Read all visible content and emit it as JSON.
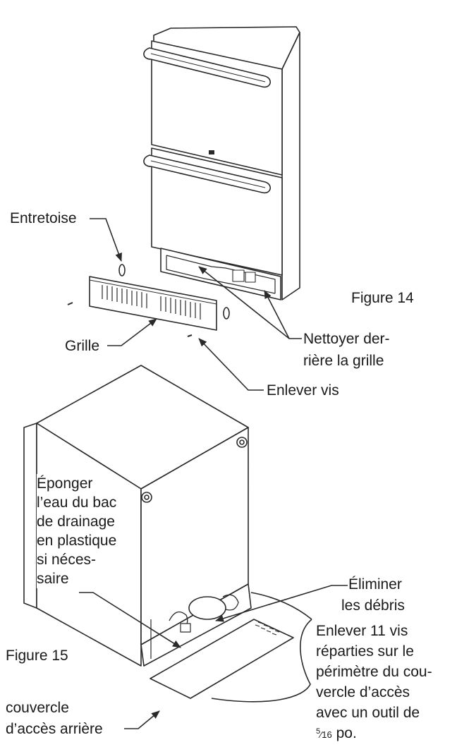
{
  "figure14": {
    "caption": "Figure 14",
    "labels": {
      "spacer": "Entretoise",
      "grille": "Grille",
      "clean_line1": "Nettoyer der-",
      "clean_line2": "rière la grille",
      "remove_screw": "Enlever vis"
    }
  },
  "figure15": {
    "caption": "Figure 15",
    "labels": {
      "sponge_lines": [
        "Éponger",
        "l’eau du bac",
        "de drainage",
        "en plastique",
        "si néces-",
        "saire"
      ],
      "debris_line1": "Éliminer",
      "debris_line2": "les débris",
      "remove11_lines": [
        "Enlever 11 vis",
        "réparties sur le",
        "périmètre du cou-",
        "vercle d’accès",
        "avec un outil de"
      ],
      "tool_frac_num": "5",
      "tool_frac_den": "16",
      "tool_unit": " po.",
      "cover_line1": "couvercle",
      "cover_line2": "d’accès arrière"
    }
  },
  "colors": {
    "line": "#2a2a2a",
    "text": "#1a1a1a"
  }
}
